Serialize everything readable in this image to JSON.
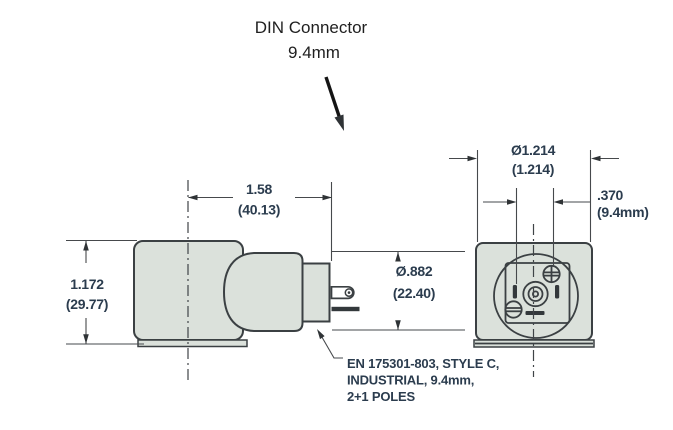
{
  "colors": {
    "background": "#ffffff",
    "body_fill": "#dbe1db",
    "outline": "#3b4043",
    "dimension_line": "#46494c",
    "dimension_text": "#2b3c4e",
    "title_text": "#1f1f1f"
  },
  "title": {
    "line1": "DIN Connector",
    "line2": "9.4mm"
  },
  "side_view": {
    "dim_length": {
      "in": "1.58",
      "mm": "(40.13)"
    },
    "dim_height": {
      "in": "1.172",
      "mm": "(29.77)"
    },
    "dim_connector_dia": {
      "in": "Ø.882",
      "mm": "(22.40)"
    },
    "note": [
      "EN 175301-803, STYLE C,",
      "INDUSTRIAL, 9.4mm,",
      "2+1 POLES"
    ]
  },
  "front_view": {
    "dim_width": {
      "in": "Ø1.214",
      "mm": "(1.214)"
    },
    "dim_pin_spacing": {
      "in": ".370",
      "mm": "(9.4mm)"
    }
  }
}
